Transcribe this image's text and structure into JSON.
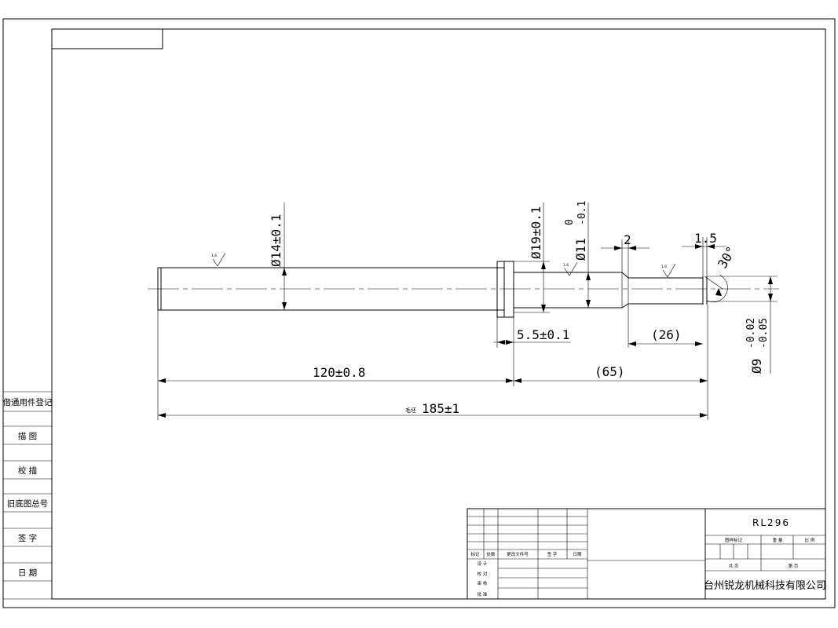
{
  "drawing": {
    "dimensions": {
      "d14": "Ø14±0.1",
      "d19": "Ø19±0.1",
      "d11": "Ø11",
      "d11_tol_upper": "0",
      "d11_tol_lower": "-0.1",
      "d9": "Ø9",
      "d9_tol_upper": "-0.02",
      "d9_tol_lower": "-0.05",
      "width2": "2",
      "width1_5": "1.5",
      "chamfer": "30°",
      "len5_5": "5.5±0.1",
      "len26": "(26)",
      "len120": "120±0.8",
      "len65": "(65)",
      "blank_prefix": "毛坯",
      "len185": "185±1"
    },
    "roughness": [
      "1.6",
      "1.6",
      "1.6"
    ]
  },
  "side_panel": {
    "items": [
      "借通用件登记",
      "描 图",
      "校 描",
      "旧底图总号",
      "签 字",
      "日 期"
    ]
  },
  "title_block": {
    "rev_headers": [
      "标记",
      "处数",
      "更改文件号",
      "签 字",
      "日期"
    ],
    "roles": [
      "设 计",
      "校 对",
      "审 核",
      "批 准"
    ],
    "drawing_code": "RL296",
    "mark_label": "图样标记",
    "weight_label": "重 量",
    "scale_label": "比 例",
    "total_label": "共 页",
    "sheet_label": "第 页",
    "company": "台州锐龙机械科技有限公司"
  }
}
